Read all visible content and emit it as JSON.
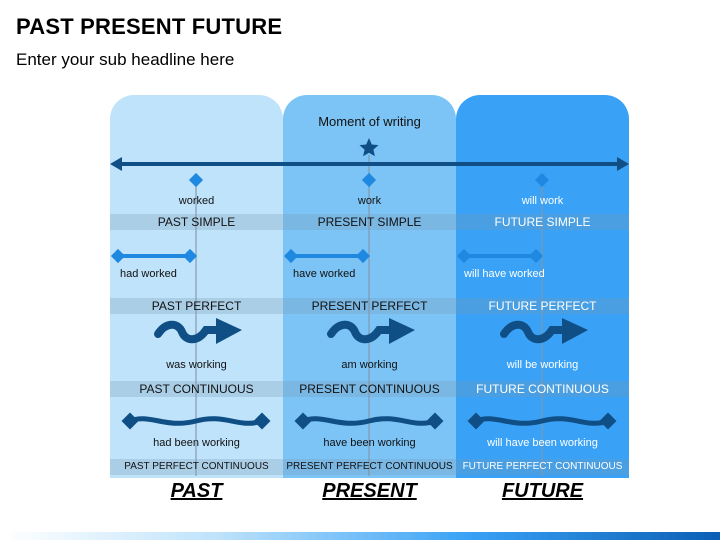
{
  "title": "PAST PRESENT FUTURE",
  "subtitle": "Enter your sub headline here",
  "moment_label": "Moment of writing",
  "columns": [
    {
      "era": "PAST",
      "simple_verb": "worked",
      "simple": "PAST SIMPLE",
      "perfect_verb": "had worked",
      "perfect": "PAST PERFECT",
      "continuous_verb": "was working",
      "continuous": "PAST CONTINUOUS",
      "perfect_continuous_verb": "had been working",
      "perfect_continuous": "PAST PERFECT CONTINUOUS"
    },
    {
      "era": "PRESENT",
      "simple_verb": "work",
      "simple": "PRESENT SIMPLE",
      "perfect_verb": "have worked",
      "perfect": "PRESENT PERFECT",
      "continuous_verb": "am working",
      "continuous": "PRESENT CONTINUOUS",
      "perfect_continuous_verb": "have been working",
      "perfect_continuous": "PRESENT PERFECT CONTINUOUS"
    },
    {
      "era": "FUTURE",
      "simple_verb": "will work",
      "simple": "FUTURE SIMPLE",
      "perfect_verb": "will have worked",
      "perfect": "FUTURE PERFECT",
      "continuous_verb": "will be working",
      "continuous": "FUTURE CONTINUOUS",
      "perfect_continuous_verb": "will have been working",
      "perfect_continuous": "FUTURE PERFECT CONTINUOUS"
    }
  ],
  "colors": {
    "past": "#bfe3fb",
    "present": "#7cc4f5",
    "future": "#3aa2f6",
    "marker": "#1f88e0",
    "dark": "#0f4f86"
  },
  "icons": {
    "moment": "star-icon",
    "simple": "diamond-marker-icon",
    "perfect": "double-diamond-line-icon",
    "continuous": "wavy-arrow-icon",
    "perfect_continuous": "wavy-double-diamond-line-icon"
  }
}
